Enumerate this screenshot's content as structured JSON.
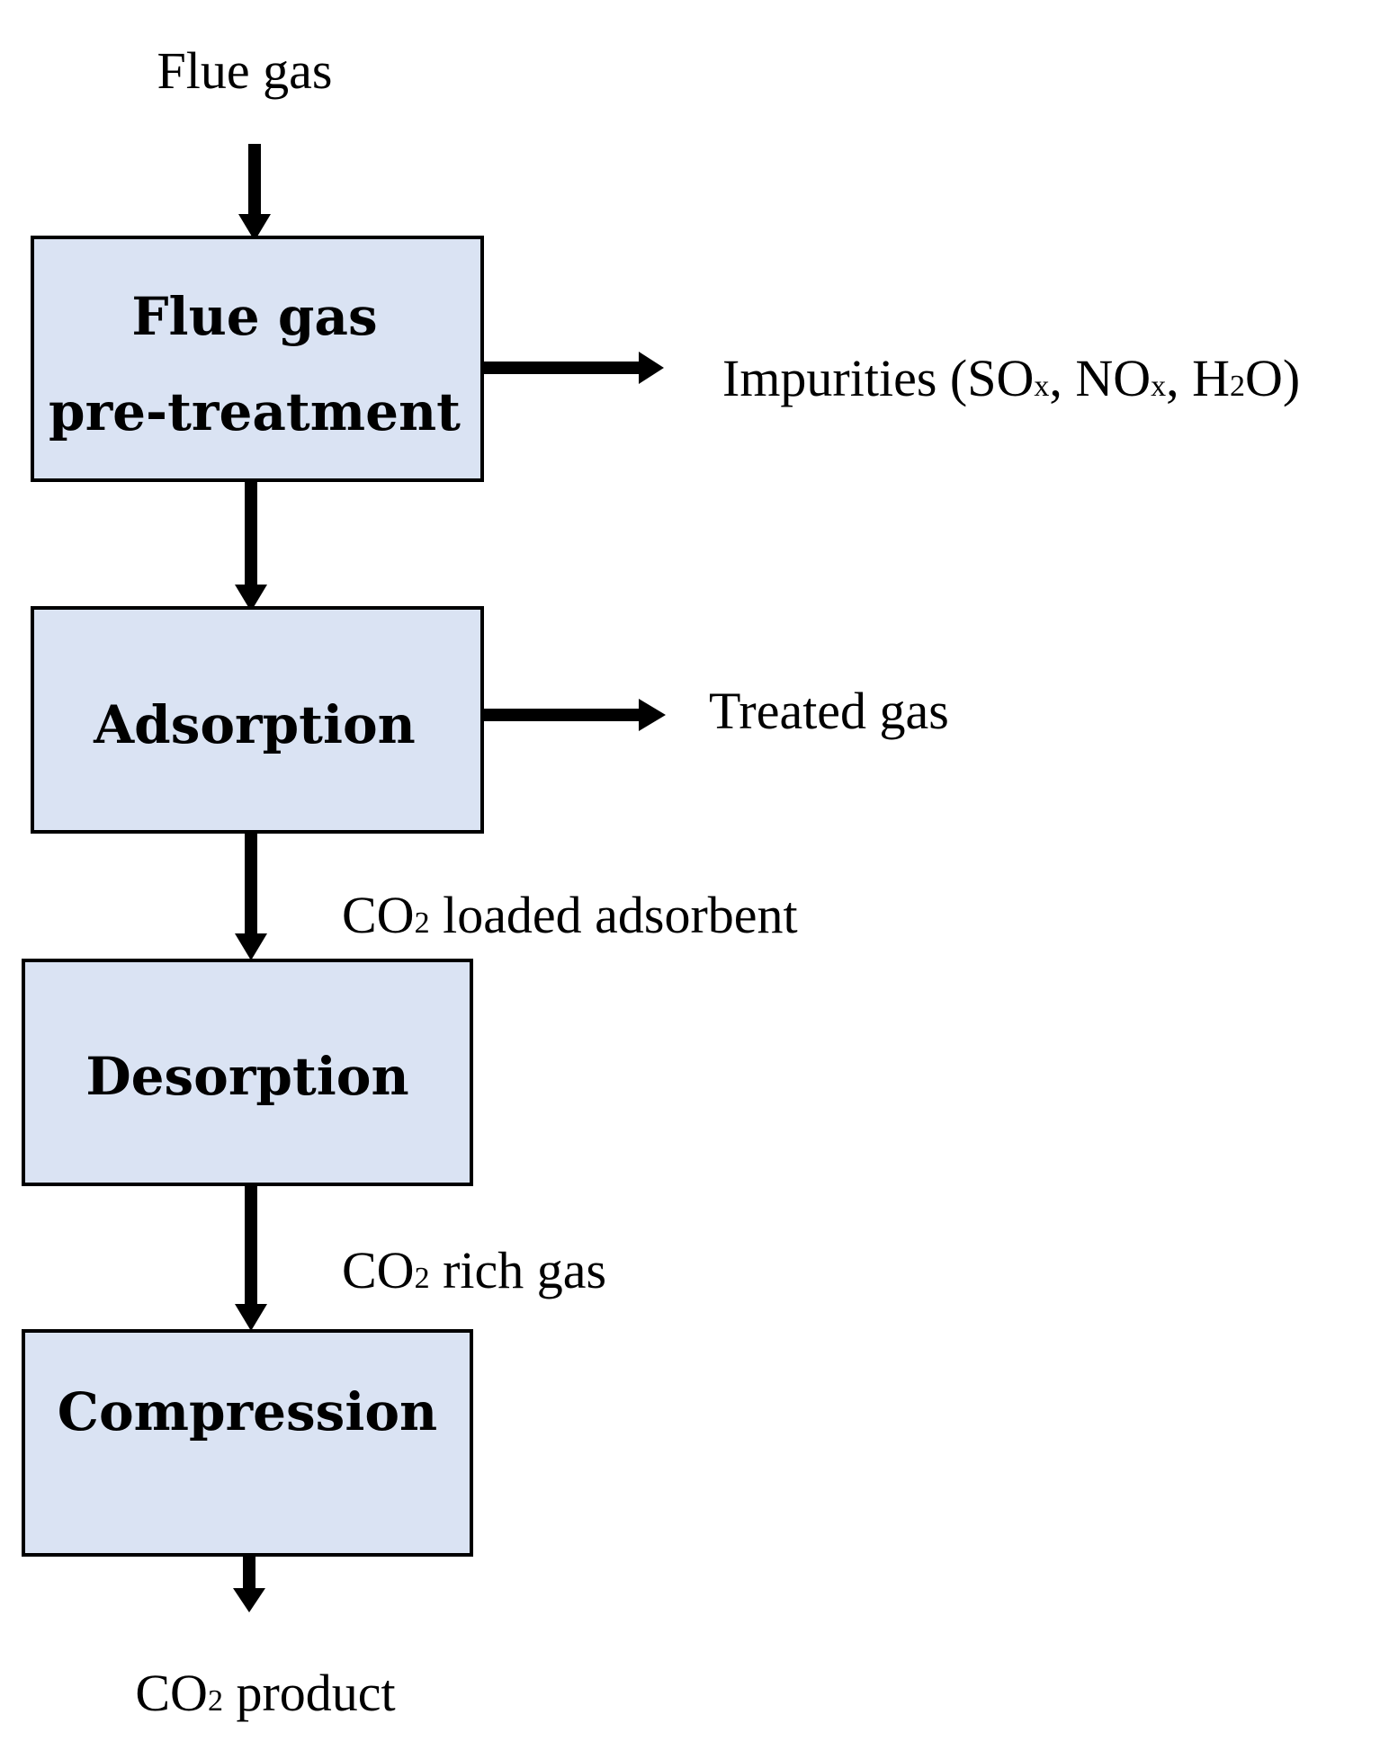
{
  "input_label": "Flue gas",
  "steps": {
    "pretreatment": {
      "line1": "Flue gas",
      "line2": "pre-treatment"
    },
    "adsorption": "Adsorption",
    "desorption": "Desorption",
    "compression": "Compression"
  },
  "side_outputs": {
    "impurities": {
      "t1": "Impurities (SO",
      "s1": "x",
      "t2": ", NO",
      "s2": "x",
      "t3": ", H",
      "s3": "2",
      "t4": "O)"
    },
    "treated_gas": "Treated gas"
  },
  "streams": {
    "loaded_adsorbent": {
      "t1": "CO",
      "s1": "2",
      "t2": " loaded adsorbent"
    },
    "rich_gas": {
      "t1": "CO",
      "s1": "2",
      "t2": " rich gas"
    },
    "product": {
      "t1": "CO",
      "s1": "2",
      "t2": " product"
    }
  },
  "colors": {
    "box_fill": "#dae3f3",
    "stroke": "#000000"
  }
}
